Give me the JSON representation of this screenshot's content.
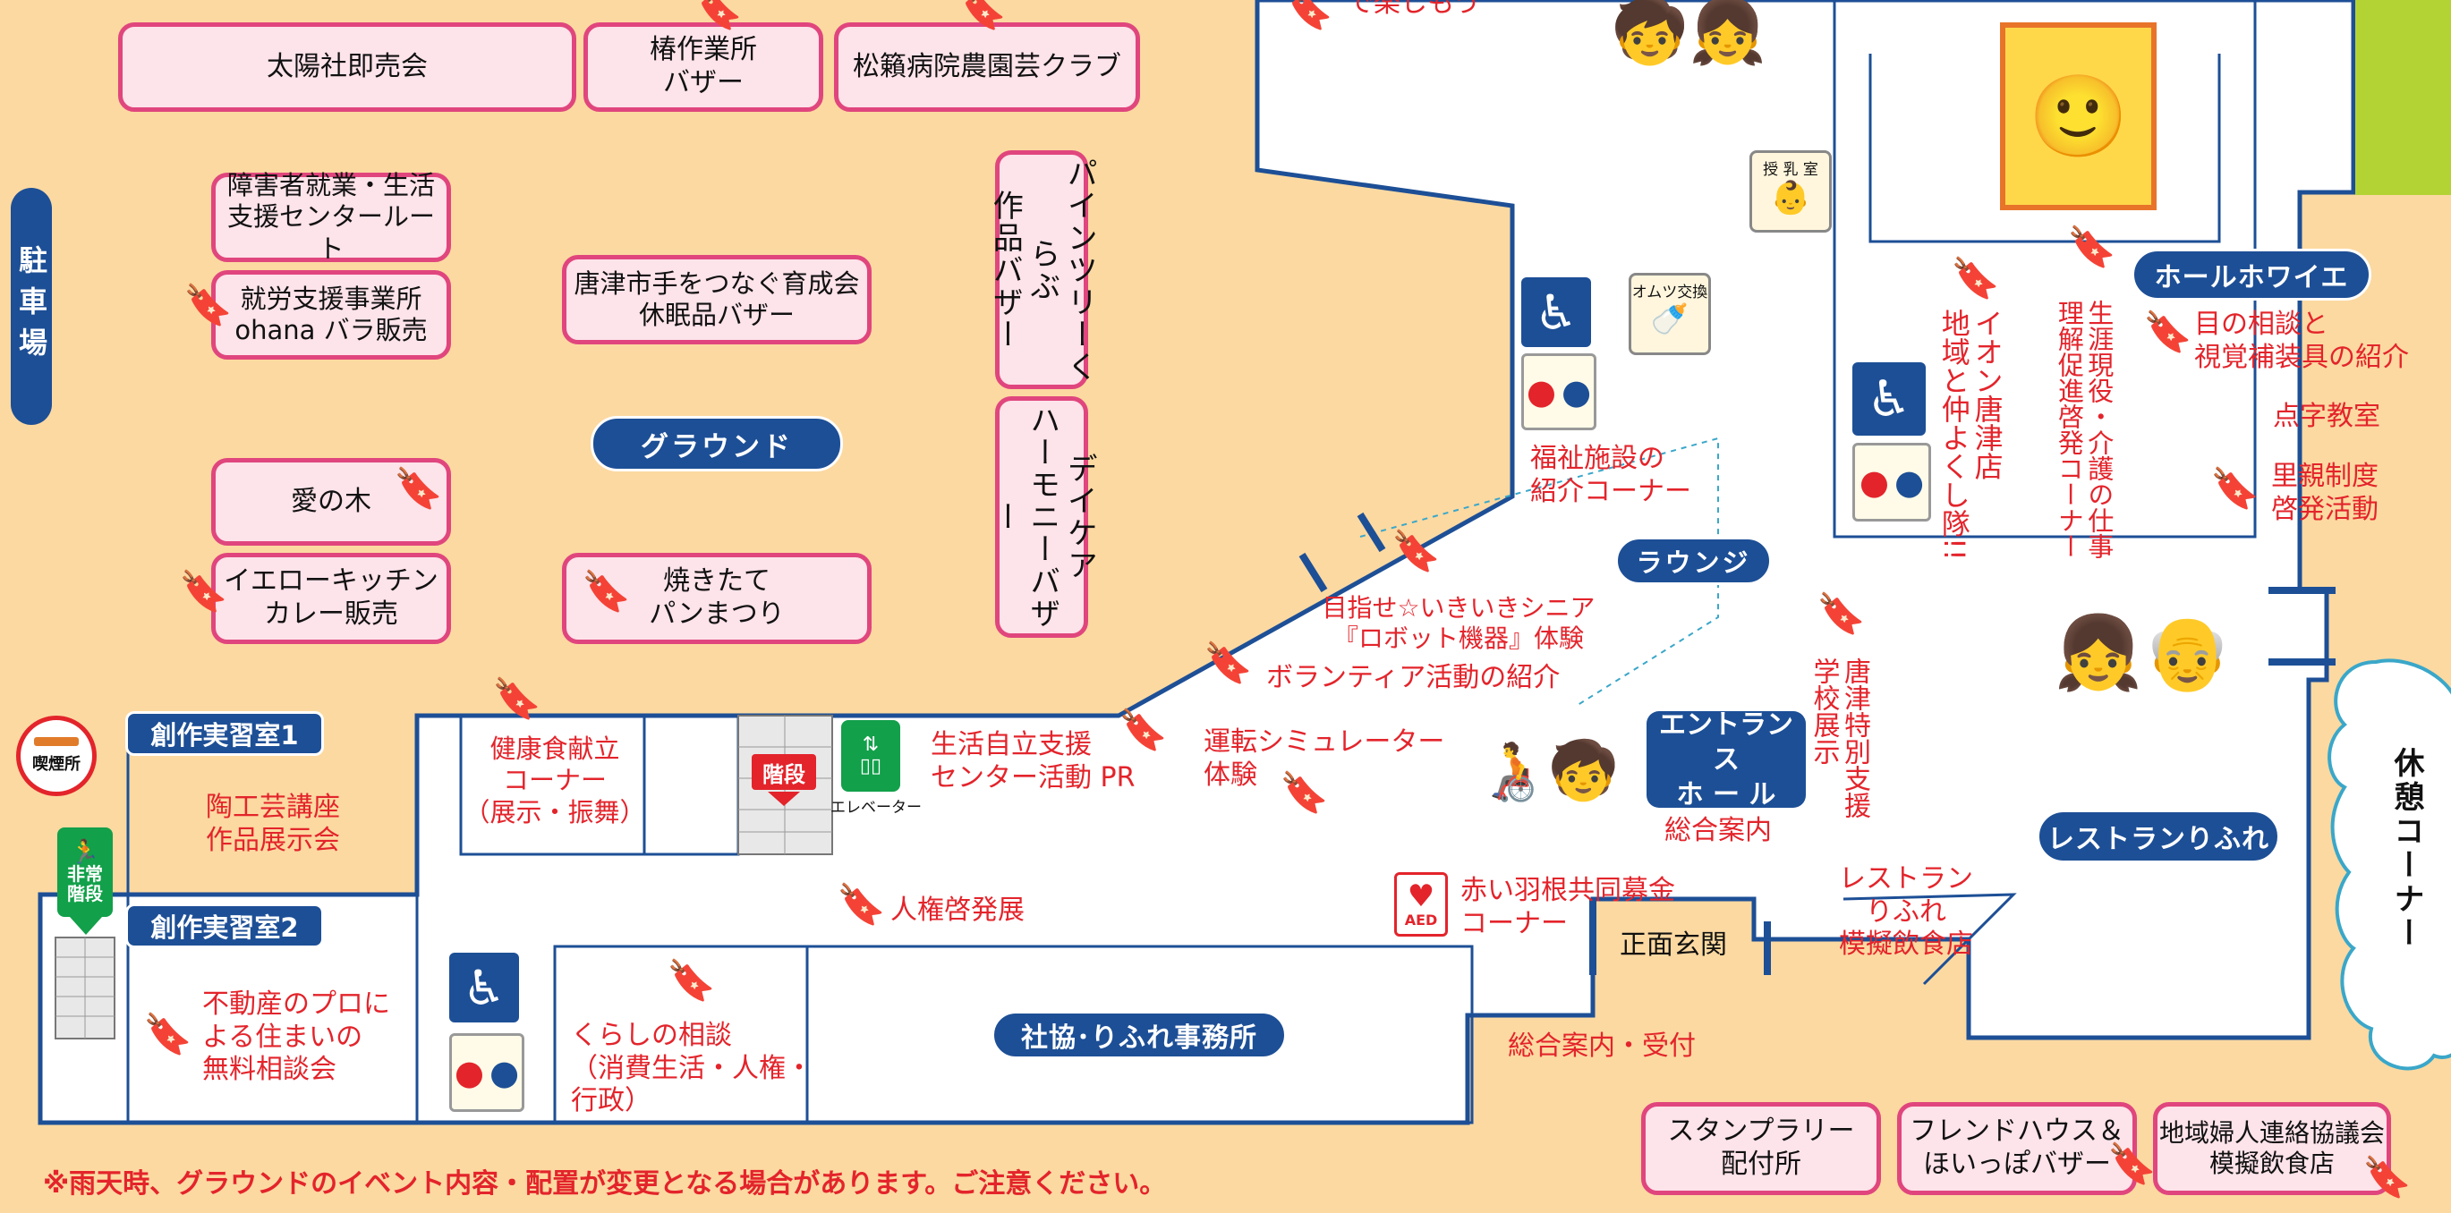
{
  "top_booths": {
    "taiyosha": "太陽社即売会",
    "tsubaki": "椿作業所\nバザー",
    "matsumoto": "松籟病院農園芸クラブ"
  },
  "left_booths": {
    "shogaisha": "障害者就業・生活\n支援センタールート",
    "ohana": "就労支援事業所\nohana バラ販売",
    "ainoki": "愛の木",
    "yellow": "イエローキッチン\nカレー販売",
    "karatsu": "唐津市手をつなぐ育成会\n休眠品バザー",
    "pan": "焼きたて\nパンまつり",
    "pine": "パインツリーくらぶ\n作品バザー",
    "daycare": "デイケア\nハーモニーバザー"
  },
  "bottom_booths": {
    "stamp": "スタンプラリー\n配付所",
    "friend": "フレンドハウス＆\nほいっぽバザー",
    "chiiki": "地域婦人連絡協議会\n模擬飲食店"
  },
  "labels": {
    "parking": "駐車場",
    "ground": "グラウンド",
    "room1": "創作実習室1",
    "room2": "創作実習室2",
    "lounge": "ラウンジ",
    "hall_foyer": "ホールホワイエ",
    "entrance": "エントランス\nホ ー ル",
    "restaurant": "レストランりふれ",
    "office": "社協･りふれ事務所",
    "rest_corner": "休憩コーナー",
    "smoking": "喫煙所",
    "emergency_stairs": "非常\n階段",
    "stairs": "階段",
    "elevator": "エレベーター",
    "nursing_room": "授 乳 室",
    "diaper": "オムツ交換",
    "aed": "AED",
    "front_door": "正面玄関"
  },
  "events": {
    "fun": "で楽しもう",
    "pottery": "陶工芸講座\n作品展示会",
    "realestate": "不動産のプロに\nよる住まいの\n無料相談会",
    "health": "健康食献立\nコーナー\n（展示・振舞）",
    "kurashi": "くらしの相談\n（消費生活・人権・\n行政）",
    "seikatsu": "生活自立支援\nセンター活動 PR",
    "driving": "運転シミュレーター\n体験",
    "jinken": "人権啓発展",
    "robot": "目指せ☆いきいきシニア\n『ロボット機器』体験",
    "volunteer": "ボランティア活動の紹介",
    "fukushi": "福祉施設の\n紹介コーナー",
    "akaihane": "赤い羽根共同募金\nコーナー",
    "sogo_annai": "総合案内",
    "sogo_uketsuke": "総合案内・受付",
    "restaurant_mogi": "レストラン\nりふれ\n模擬飲食店",
    "me_soudan": "目の相談と\n視覚補装具の紹介",
    "tenji": "点字教室",
    "satooya": "里親制度\n啓発活動",
    "aeon": "イオン唐津店\n地域と仲よくし隊!!",
    "shogai_geneki": "生涯現役・介護の仕事\n理解促進啓発コーナー",
    "karatsu_tokubetsu": "唐津特別支援\n学校展示"
  },
  "footer_note": "※雨天時、グラウンドのイベント内容・配置が変更となる場合があります。ご注意ください。",
  "colors": {
    "background": "#fcd9a1",
    "navy": "#1d4f96",
    "booth_border": "#e0467d",
    "booth_fill": "#fde3ea",
    "event_text": "#e3242b",
    "green_accent": "#b3d334"
  }
}
